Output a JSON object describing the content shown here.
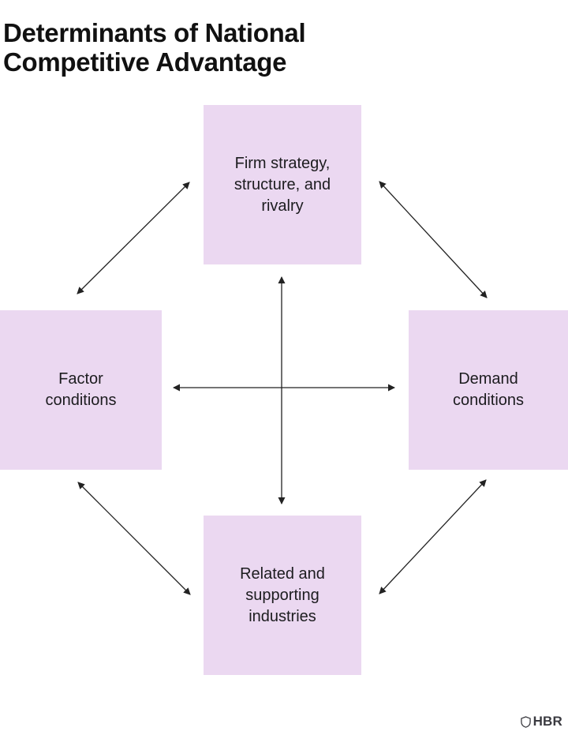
{
  "title": "Determinants of National Competitive Advantage",
  "diagram": {
    "nodes": {
      "top": {
        "label": "Firm strategy, structure, and rivalry"
      },
      "left": {
        "label": "Factor conditions"
      },
      "right": {
        "label": "Demand conditions"
      },
      "bottom": {
        "label": "Related and supporting industries"
      }
    },
    "connections": [
      "top-left",
      "top-right",
      "top-bottom",
      "left-right",
      "left-bottom",
      "right-bottom"
    ],
    "colors": {
      "box_fill": "#ebd8f1",
      "box_text": "#1c1c1f",
      "arrow": "#222222",
      "title_text": "#111111",
      "background": "#ffffff",
      "brand": "#3a3a40"
    }
  },
  "footer": {
    "brand": "HBR"
  }
}
